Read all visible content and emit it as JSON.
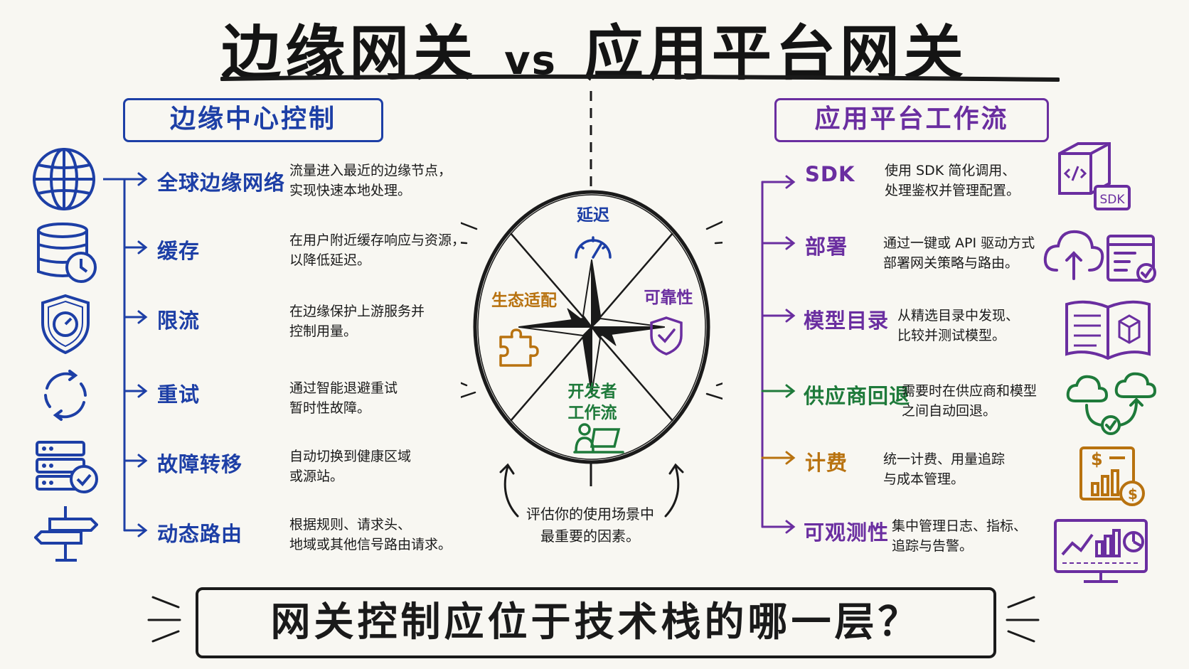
{
  "title": {
    "left": "边缘网关",
    "vs": "vs",
    "right": "应用平台网关"
  },
  "colors": {
    "edge": "#1d3fa6",
    "platform": "#6a2ea0",
    "green": "#1e7a3a",
    "orange": "#b8720f",
    "ink": "#1a1a1a"
  },
  "left_panel": {
    "heading": "边缘中心控制",
    "items": [
      {
        "label": "全球边缘网络",
        "desc": "流量进入最近的边缘节点，\n实现快速本地处理。",
        "icon": "globe-icon"
      },
      {
        "label": "缓存",
        "desc": "在用户附近缓存响应与资源，\n以降低延迟。",
        "icon": "database-clock-icon"
      },
      {
        "label": "限流",
        "desc": "在边缘保护上游服务并\n控制用量。",
        "icon": "shield-gauge-icon"
      },
      {
        "label": "重试",
        "desc": "通过智能退避重试\n暂时性故障。",
        "icon": "retry-cycle-icon"
      },
      {
        "label": "故障转移",
        "desc": "自动切换到健康区域\n或源站。",
        "icon": "server-check-icon"
      },
      {
        "label": "动态路由",
        "desc": "根据规则、请求头、\n地域或其他信号路由请求。",
        "icon": "signpost-icon"
      }
    ]
  },
  "right_panel": {
    "heading": "应用平台工作流",
    "items": [
      {
        "label": "SDK",
        "desc": "使用 SDK 简化调用、\n处理鉴权并管理配置。",
        "icon": "sdk-box-icon",
        "icon_text": "SDK",
        "color": "#6a2ea0"
      },
      {
        "label": "部署",
        "desc": "通过一键或 API 驱动方式\n部署网关策略与路由。",
        "icon": "cloud-upload-icon",
        "color": "#6a2ea0"
      },
      {
        "label": "模型目录",
        "desc": "从精选目录中发现、\n比较并测试模型。",
        "icon": "catalog-book-icon",
        "color": "#6a2ea0"
      },
      {
        "label": "供应商回退",
        "desc": "需要时在供应商和模型\n之间自动回退。",
        "icon": "cloud-fallback-icon",
        "color": "#1e7a3a"
      },
      {
        "label": "计费",
        "desc": "统一计费、用量追踪\n与成本管理。",
        "icon": "billing-chart-icon",
        "color": "#b8720f"
      },
      {
        "label": "可观测性",
        "desc": "集中管理日志、指标、\n追踪与告警。",
        "icon": "dashboard-monitor-icon",
        "color": "#6a2ea0"
      }
    ]
  },
  "center": {
    "factors": [
      {
        "label": "延迟",
        "icon": "gauge-icon",
        "color": "#1d3fa6"
      },
      {
        "label": "可靠性",
        "icon": "shield-check-icon",
        "color": "#6a2ea0"
      },
      {
        "label": "开发者\n工作流",
        "icon": "developer-laptop-icon",
        "color": "#1e7a3a"
      },
      {
        "label": "生态适配",
        "icon": "puzzle-icon",
        "color": "#b8720f"
      }
    ],
    "note": "评估你的使用场景中\n最重要的因素。"
  },
  "question": "网关控制应位于技术栈的哪一层？"
}
